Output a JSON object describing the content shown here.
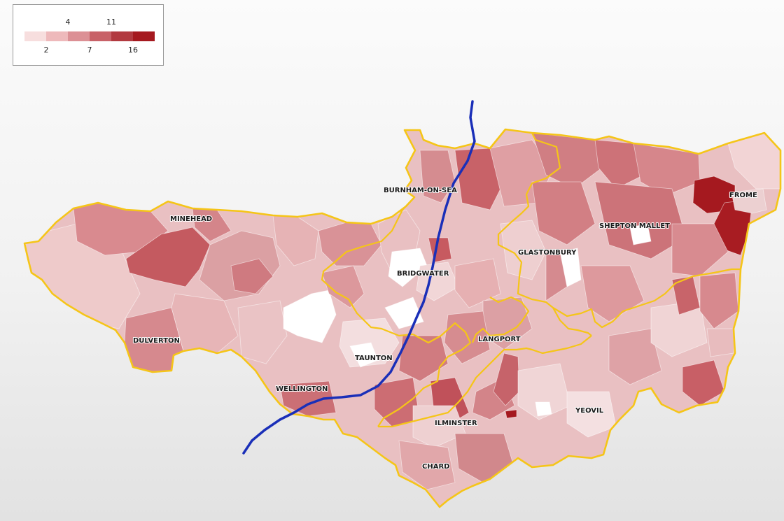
{
  "legend": {
    "upper_ticks": [
      "4",
      "11"
    ],
    "lower_ticks": [
      "2",
      "7",
      "16"
    ],
    "colors": [
      "#f7dede",
      "#eeb9bb",
      "#dc9095",
      "#c86268",
      "#a5191f"
    ]
  },
  "map": {
    "outline_color": "#f5c518",
    "route_color": "#1a2fb8",
    "towns": [
      "MINEHEAD",
      "BURNHAM-ON-SEA",
      "FROME",
      "SHEPTON MALLET",
      "GLASTONBURY",
      "BRIDGWATER",
      "DULVERTON",
      "LANGPORT",
      "TAUNTON",
      "WELLINGTON",
      "YEOVIL",
      "ILMINSTER",
      "CHARD"
    ]
  }
}
